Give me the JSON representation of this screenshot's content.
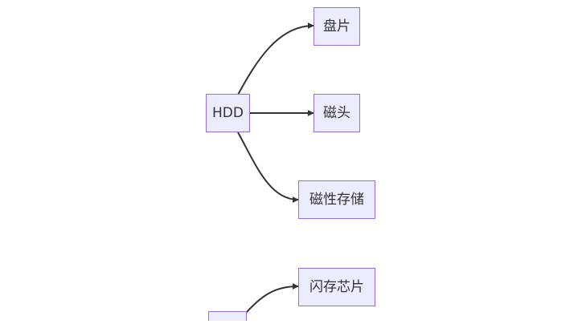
{
  "diagram": {
    "colors": {
      "node_fill": "#ececff",
      "node_border": "#9370db",
      "edge": "#333333",
      "text": "#333333"
    },
    "nodes": {
      "hdd": "HDD",
      "platter": "盘片",
      "head": "磁头",
      "magnetic_storage": "磁性存储",
      "flash_chip": "闪存芯片",
      "partial_node": ""
    }
  }
}
